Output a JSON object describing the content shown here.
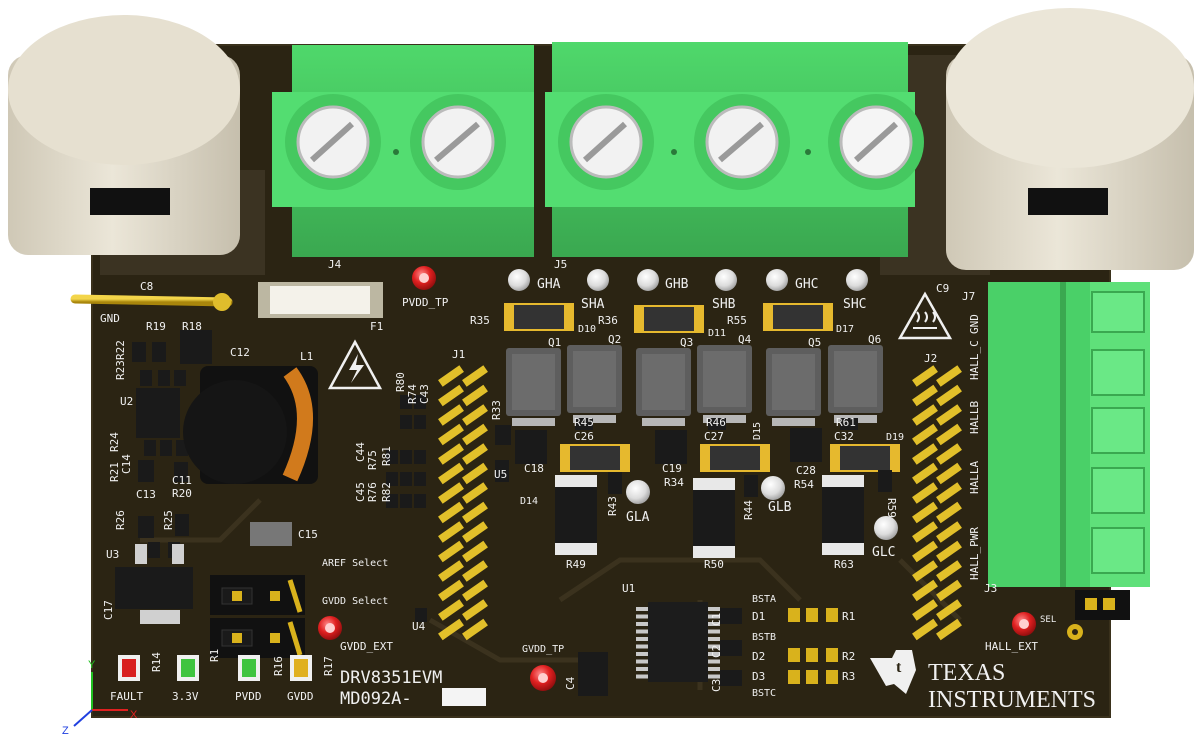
{
  "board": {
    "name": "DRV8351EVM",
    "part": "MD092A-",
    "brand": {
      "line1": "TEXAS",
      "line2": "INSTRUMENTS"
    }
  },
  "connectors": {
    "j4": "J4",
    "j5": "J5",
    "j7": "J7",
    "j1": "J1",
    "j2": "J2",
    "j3": "J3"
  },
  "testpoints": {
    "pvdd_tp": "PVDD_TP",
    "gvdd_tp": "GVDD_TP",
    "gvdd_ext": "GVDD_EXT",
    "hall_ext": "HALL_EXT",
    "gha": "GHA",
    "sha": "SHA",
    "ghb": "GHB",
    "shb": "SHB",
    "ghc": "GHC",
    "shc": "SHC",
    "gla": "GLA",
    "glb": "GLB",
    "glc": "GLC",
    "gnd": "GND"
  },
  "jumpers": {
    "aref": "AREF Select",
    "gvdd": "GVDD Select"
  },
  "leds": {
    "fault": "FAULT",
    "v33": "3.3V",
    "pvdd": "PVDD",
    "gvdd": "GVDD"
  },
  "hall_labels": {
    "c": "HALL_C",
    "gnd": "GND",
    "b": "HALLB",
    "a": "HALLA",
    "pwr": "HALL_PWR",
    "sel": "SEL"
  },
  "refdes": {
    "C8": "C8",
    "F1": "F1",
    "C9": "C9",
    "C12": "C12",
    "L1": "L1",
    "R19": "R19",
    "R18": "R18",
    "R22": "R22",
    "R23": "R23",
    "U2": "U2",
    "R24": "R24",
    "R21": "R21",
    "C14": "C14",
    "C13": "C13",
    "C11": "C11",
    "R20": "R20",
    "R26": "R26",
    "R25": "R25",
    "C15": "C15",
    "U3": "U3",
    "C17": "C17",
    "R14": "R14",
    "R1": "R1",
    "R16": "R16",
    "R17": "R17",
    "R80": "R80",
    "R74": "R74",
    "C43": "C43",
    "C44": "C44",
    "R75": "R75",
    "R81": "R81",
    "C45": "C45",
    "R76": "R76",
    "R82": "R82",
    "U4": "U4",
    "R35": "R35",
    "D10": "D10",
    "Q1": "Q1",
    "Q2": "Q2",
    "R36": "R36",
    "D11": "D11",
    "Q3": "Q3",
    "R55": "R55",
    "Q4": "Q4",
    "Q5": "Q5",
    "D17": "D17",
    "Q6": "Q6",
    "R33": "R33",
    "U5": "U5",
    "R45": "R45",
    "C26": "C26",
    "R46": "R46",
    "C27": "C27",
    "D15": "D15",
    "R61": "R61",
    "C32": "C32",
    "D19": "D19",
    "C18": "C18",
    "C19": "C19",
    "R34": "R34",
    "C28": "C28",
    "R54": "R54",
    "D14": "D14",
    "R43": "R43",
    "R44": "R44",
    "R59": "R59",
    "R49": "R49",
    "R50": "R50",
    "R63": "R63",
    "U1": "U1",
    "BSTA": "BSTA",
    "D1": "D1",
    "R2": "R2",
    "BSTB": "BSTB",
    "D2": "D2",
    "D3": "D3",
    "R3": "R3",
    "BSTC": "BSTC",
    "C1": "C1",
    "C2": "C2",
    "C3": "C3",
    "C4": "C4"
  },
  "axes": {
    "y": "Y",
    "x": "X",
    "z": "Z"
  },
  "colors": {
    "pcb": "#2b2413",
    "silkscreen": "#f0f0f0",
    "terminal_green": "#5fe07a",
    "capacitor_cream": "#e7e1d2",
    "gold": "#d9b21c",
    "testpoint_red": "#d81e1e",
    "led_green": "#3fc43f",
    "led_red": "#d82020",
    "led_amber": "#e0b020"
  },
  "icons": [
    "warning-high-voltage-icon",
    "warning-hot-surface-icon",
    "ti-logo-icon",
    "axis-triad-icon"
  ]
}
